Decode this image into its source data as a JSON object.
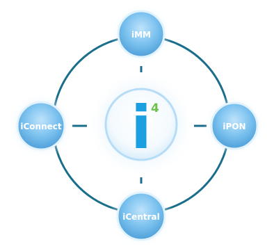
{
  "diagram": {
    "center": {
      "letter": "i",
      "superscript": "4"
    },
    "nodes": {
      "top": "iMM",
      "left": "iConnect",
      "right": "iPON",
      "bottom": "iCentral"
    }
  },
  "colors": {
    "ring_line": "#1a6e8c",
    "center_glyph": "#1aa0e0",
    "superscript": "#6cc24a",
    "node_label": "#ffffff"
  }
}
